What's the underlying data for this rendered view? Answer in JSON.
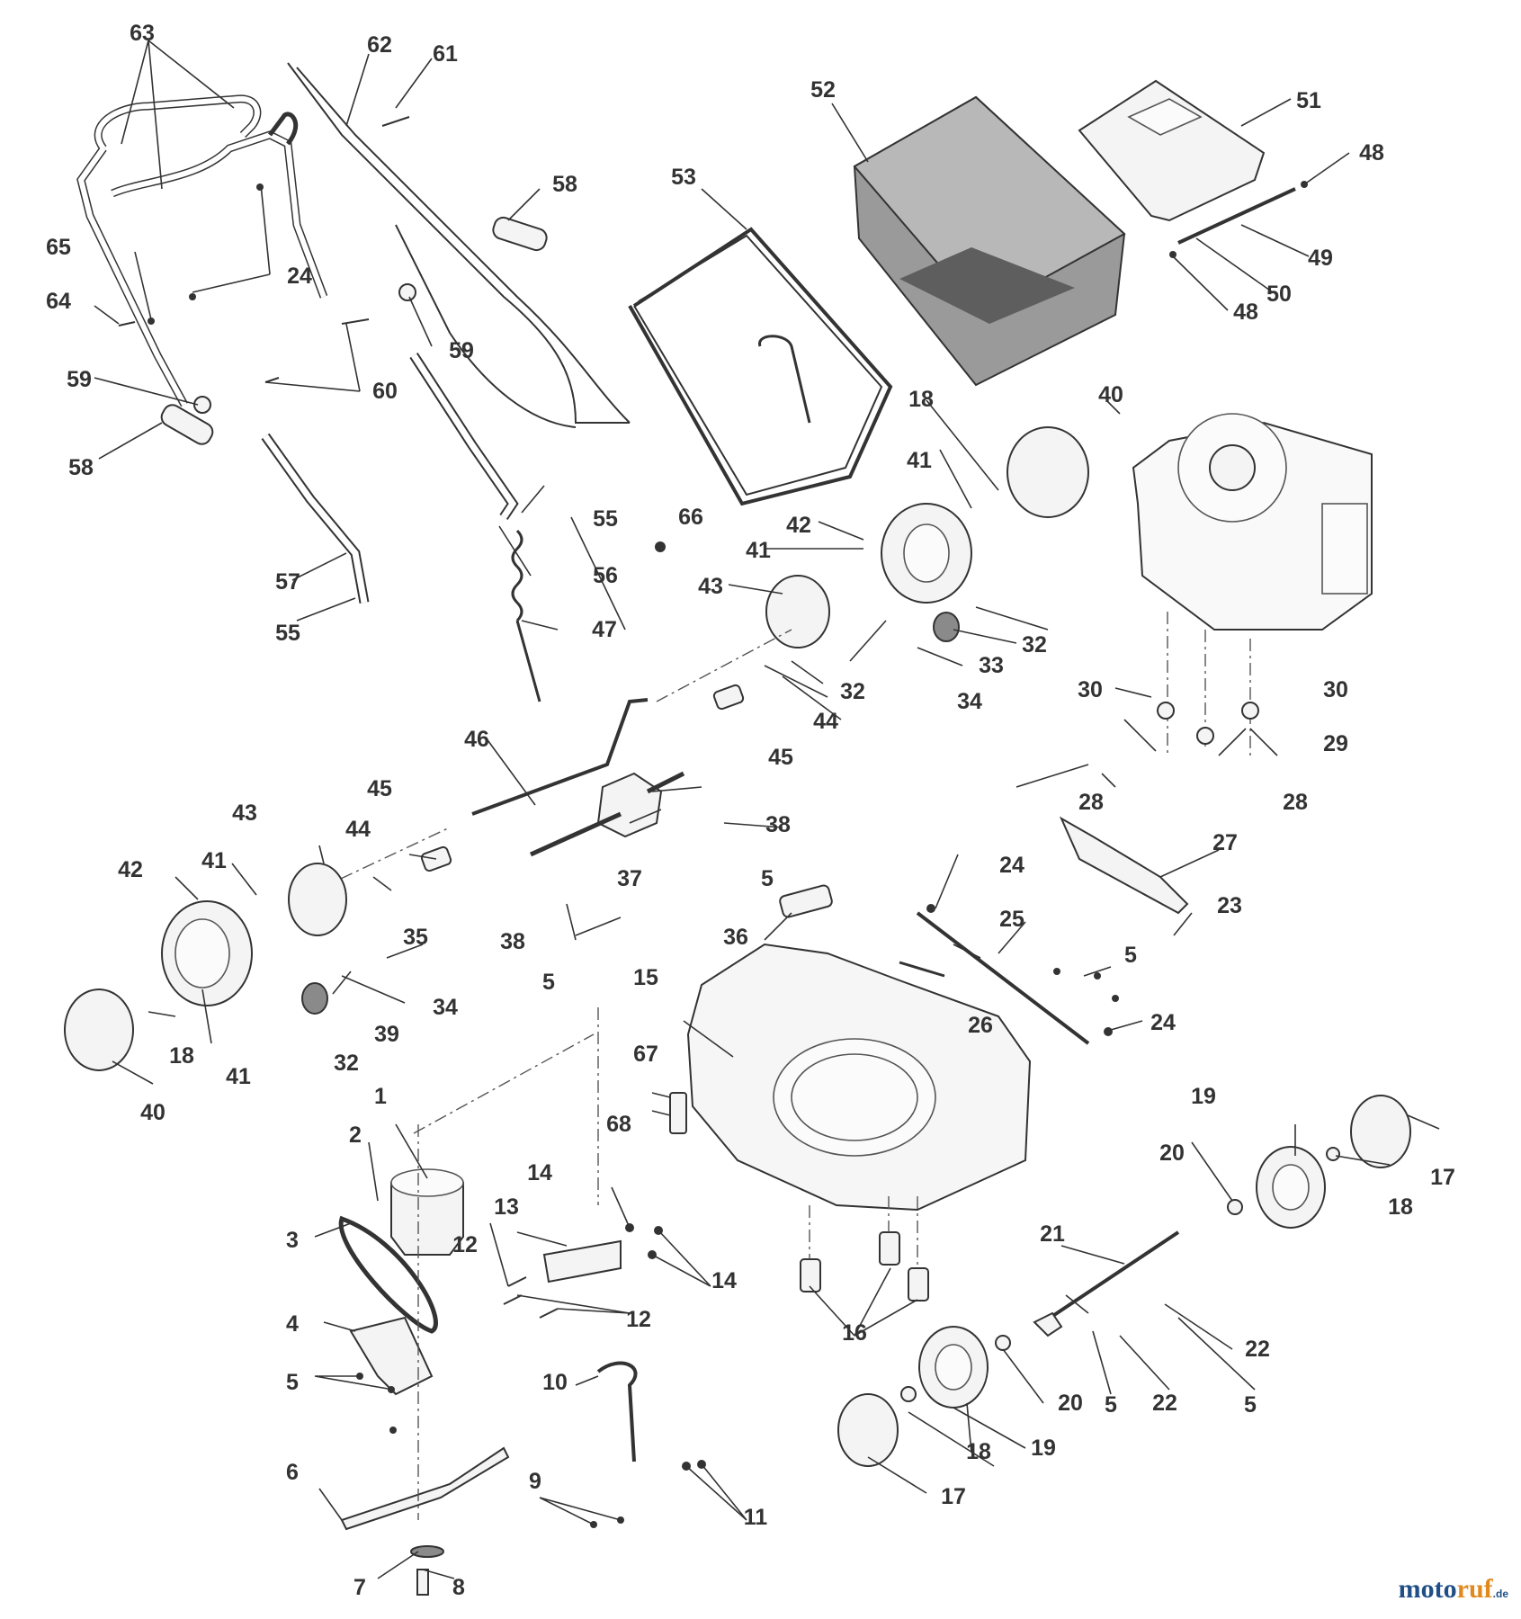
{
  "diagram": {
    "title": "",
    "callouts": [
      "1",
      "2",
      "3",
      "4",
      "5",
      "6",
      "7",
      "8",
      "9",
      "10",
      "11",
      "12",
      "13",
      "14",
      "15",
      "16",
      "17",
      "18",
      "19",
      "20",
      "21",
      "22",
      "23",
      "24",
      "25",
      "26",
      "27",
      "28",
      "29",
      "30",
      "32",
      "33",
      "34",
      "35",
      "36",
      "37",
      "38",
      "39",
      "40",
      "41",
      "42",
      "43",
      "44",
      "45",
      "46",
      "47",
      "48",
      "49",
      "50",
      "51",
      "52",
      "53",
      "55",
      "56",
      "57",
      "58",
      "59",
      "60",
      "61",
      "62",
      "63",
      "64",
      "65",
      "66",
      "67",
      "68"
    ]
  },
  "watermark": {
    "part1": "moto",
    "part2": "ruf",
    "tld": ".de",
    "colors": {
      "primary": "#1f4f86",
      "accent": "#e08a1e"
    }
  }
}
